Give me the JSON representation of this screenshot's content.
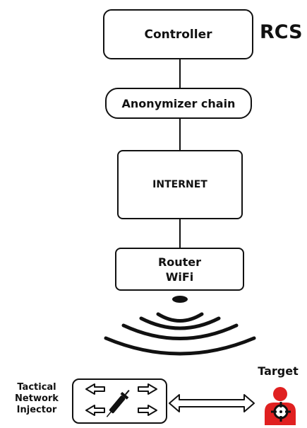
{
  "diagram": {
    "rcs_label": "RCS",
    "controller": "Controller",
    "anonymizer": "Anonymizer chain",
    "internet": "INTERNET",
    "router_line1": "Router",
    "router_line2": "WiFi",
    "tni_line1": "Tactical",
    "tni_line2": "Network",
    "tni_line3": "Injector",
    "target": "Target"
  },
  "colors": {
    "stroke": "#111111",
    "target_red": "#e02020"
  },
  "icons": [
    "wifi-waves-icon",
    "syringe-icon",
    "arrows-icon",
    "double-arrow-icon",
    "target-person-icon",
    "crosshair-icon"
  ]
}
